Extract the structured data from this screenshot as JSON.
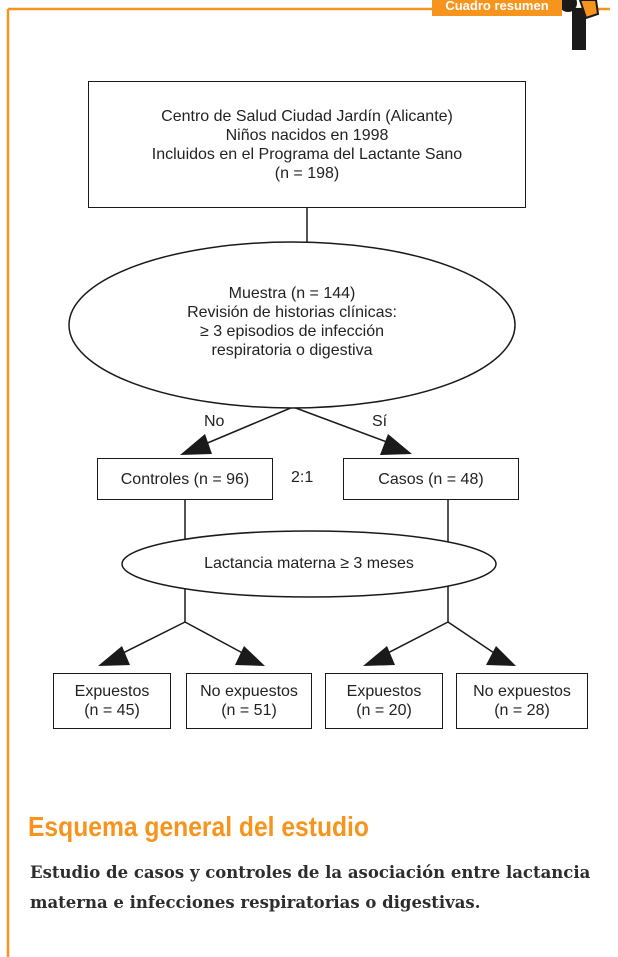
{
  "badge": {
    "label": "Cuadro resumen"
  },
  "nodes": {
    "population": {
      "lines": [
        "Centro de Salud Ciudad Jardín (Alicante)",
        "Niños nacidos en 1998",
        "Incluidos en el Programa del Lactante Sano",
        "(n = 198)"
      ]
    },
    "sample": {
      "lines": [
        "Muestra (n = 144)",
        "Revisión de historias clínicas:",
        "≥ 3 episodios de infección",
        "respiratoria o digestiva"
      ]
    },
    "controls": {
      "label": "Controles (n = 96)"
    },
    "cases": {
      "label": "Casos (n = 48)"
    },
    "ratio": {
      "label": "2:1"
    },
    "branch_no": {
      "label": "No"
    },
    "branch_yes": {
      "label": "Sí"
    },
    "exposure": {
      "label": "Lactancia materna ≥ 3 meses"
    },
    "outcomes": [
      {
        "line1": "Expuestos",
        "line2": "(n = 45)"
      },
      {
        "line1": "No expuestos",
        "line2": "(n = 51)"
      },
      {
        "line1": "Expuestos",
        "line2": "(n = 20)"
      },
      {
        "line1": "No expuestos",
        "line2": "(n = 28)"
      }
    ]
  },
  "footer": {
    "title": "Esquema general del estudio",
    "subtitle": "Estudio de casos y controles de la asociación entre lactancia materna e infecciones respiratorias o digestivas."
  },
  "colors": {
    "accent": "#f7941d",
    "line": "#1a1a1a"
  }
}
